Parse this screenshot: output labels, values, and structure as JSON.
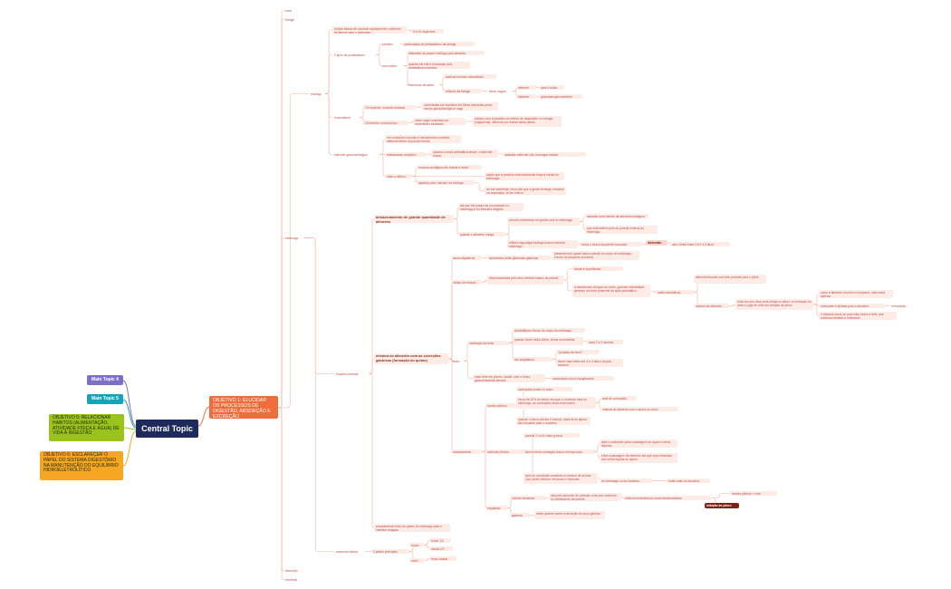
{
  "central": "Central Topic",
  "main_topic_4": "Main Topic 4",
  "main_topic_5": "Main Topic 5",
  "objetivo_5": "OBJETIVO 5: RELACIONAR HÁBITOS (ALIMENTAÇÃO, ATIVIDADE FÍSICA E ÁGUA) DE VIDA À INGESTÃO",
  "objetivo_6": "OBJETIVO 6: ESCLAREÇER O PAPEL DO SISTEMA DIGESTÓRIO NA MANUTENÇÃO DO EQUILÍBRIO HIDROELETROLÍTICO",
  "objetivo_1": "OBJETIVO 1: ELUCIDAR OS PROCESSOS DE DIGESTÃO, ABSORÇÃO E EXCREÇÃO",
  "colors": {
    "central": "#1f2a5c",
    "obj1": "#f26b3a",
    "topic4": "#7c6fc4",
    "topic5": "#17a2b8",
    "obj5": "#9ac31c",
    "obj6": "#f5a623",
    "line": "#f3b09e"
  },
  "nodes": {
    "boca": "boca",
    "faringe": "faringe",
    "esofago": "esôfago",
    "estomago": "estômago",
    "absorcao": "absorção",
    "excrecao": "excreção",
    "funcao_basica": "função básica de conduzir rapidamente o alimento da faringe para o estômago",
    "tempo": "5 a 10 segundos",
    "dois_tipos": "2 tipos de peristaltismo",
    "primario": "primário",
    "primario_desc": "continuação do peristaltismo da faringe",
    "secundario": "secundário",
    "sec1": "distensão do próprio esôfago pelo alimento",
    "sec2": "quando ele não é esvaziado pelo peristaltismo primário",
    "sec3": "estruturas ativadas",
    "sec3a": "sistema nervoso mioentérico",
    "sec3b": "reflexos da faringe",
    "fibras": "fibras vagais",
    "aferente": "aferente",
    "aferente_desc": "para o bulbo",
    "eferente": "eferente",
    "eferente_desc": "glossofaríngeo também",
    "musculatura": "musculatura",
    "m1": "1/3 superior: músculo estriado",
    "m1d": "controladas por impulsos em fibras inervadas pelos nervos glossofaríngeo e vago",
    "m2": "2/3 inferior: músculo liso",
    "m2d": "nervo vago conectado ao mioentérico esofágico",
    "m2e": "mesmo com a paralisia do reflexo de deglutição ou cirurgia (vagotomia), alimento por fluidos ainda passa",
    "esf": "esfíncter gastroesofágico",
    "esf_a": "em condições normais é tonicamente contraído, diferentemente da porção média",
    "esf_b": "relaxamento receptivo",
    "esf_b1": "quando a onda peristáltica desce, o esfíncter relaxa",
    "esf_b2": "acalasia: esfíncter não consegue relaxar",
    "esf_c": "evita o refluxo",
    "esf_c1": "mucosa esofágica não resiste à ácido",
    "esf_c2": "aquilo que a pressão intra-abdominal força a cárdia do estômago",
    "esf_d": "ajudado pela \"válvula\" do esôfago",
    "esf_d1": "se não aumentar, força não que a gente enxerga, inclusive na respiração, te faz refluxo",
    "arm": "armazenamento de grande quantidade de alimento",
    "arm1": "até que ele possa ser processado no estômago e no intestino delgado",
    "arm2": "quando o alimento chega",
    "arm2a": "circuito concêntrico na porção oral do estômago",
    "arm2a1": "camada novel dentro da abertura esofágica",
    "arm2a2": "que está reflexo pelo do parede externa do estômago",
    "arm2b": "reflexo vagovagal esôfago-tronco cerebral-estômago",
    "arm2b1": "reduz o tônus da parede muscular",
    "distensao": "distensão",
    "limite": "até o limite entre 0,8 e 1,5 litros",
    "mist": "mistura do alimento com as secreções gástricas (formação do quimo)",
    "sucos": "sucos digestivos",
    "sucos1": "secretados pelas glândulas gástricas",
    "sucos1a": "presentes em quase toda a parede do corpo do estômago, exceto na pequena curvatura",
    "ondas": "ondas de mistura",
    "ondas1": "desencadeadas pelo ritmo elétrico básico da parede",
    "ondas1a": "fracas e superficiais",
    "ondas1b": "à medida que chegam ao antro, ganham intensidade, gerando um forte potencial de ação peristáltico",
    "anel": "anéis constritivos",
    "anel1": "alimento forçado sob forte pressão para o piloro",
    "anel2": "mistura do alimento",
    "anel2a": "toda vez que uma onda chega no piloro, a contração do antro o joga de volta em direção ao piloro",
    "anel2a1": "como a abertura do piloro é pequena, mais cada apenas",
    "anel2a2": "uma parte é ejetada para o duodeno",
    "retropulsao": "retropulsão",
    "anel2a3": "o restante move-se para trás contra a forte, que continua rebatido e misturado",
    "antro": "antro",
    "contr": "contração da fome",
    "contr1": "peristaltismo rítmico do corpo do estômago",
    "contr2": "quando ficam muito fortes, forma uma tetania",
    "contr2a": "dura 2 a 3 minutos",
    "contr3": "dor epigástrica",
    "contr3a": "\"pontada de fome\"",
    "contr3b": "ficam mais fortes em 3 a 4 dias e depois decaem",
    "contr4": "mais forte em jovens, saúde, com o tônus gastrointestinal elevado",
    "contr4a": "aumentado com a hipoglicemia",
    "esv": "esvaziamento",
    "bomba": "bomba pilórica",
    "bomba1": "contrações fortes no antro",
    "bomba2": "cerca de 20% do tempo em que o conteúdo está no estômago, as contrações ficam mais fortes",
    "bomba2a": "anel de constrição",
    "bomba2b": "mistura do alimento com o quimo no antro",
    "bomba3": "quando o tônus pilórico é normal, cada ml do quimo são forçados para o duodeno",
    "esf_pil": "esfíncter pilórico",
    "esf_pil1": "parede 2 ou 5x mais grossa",
    "esf_pil2": "fica em leve contração tônica o tempo todo",
    "esf_pil2a": "abre o suficiente para a passagem de água e outros líquidos",
    "esf_pil2b": "evita a passagem de alimento até que seja misturado sob forma líquida ao quimo",
    "esf_pil3": "grau de constrição aumenta ou diminui de acordo com sinais reflexos nervosos e humorais",
    "esf_pil3a": "do estômago ou do duodeno",
    "esf_pil3b": "muito mais do duodeno",
    "reg": "regulação",
    "reg1": "volume alimentar",
    "reg1a": "não pelo aumento de pressão, mas pelo aumento do estiramento da parede",
    "reg1b": "reflexos mioentéricos locais desencadeiam",
    "reg1c": "bomba pilórica + forte",
    "reg1d": "inibição do piloro",
    "reg2": "gastrina",
    "reg2a": "efeito potente sobre a secreção do suco gástrico",
    "arm_lenta": "esvaziamento lento do quimo do estômago para o intestino delgado",
    "funcoes": "funções motoras",
    "anat": "anatomia básica",
    "anat1": "3 partes principais",
    "corpo": "corpo",
    "fundo": "fundo 1/3",
    "cauda": "cauda 1/3",
    "antro2": "antro",
    "antro3": "terço caudal"
  }
}
